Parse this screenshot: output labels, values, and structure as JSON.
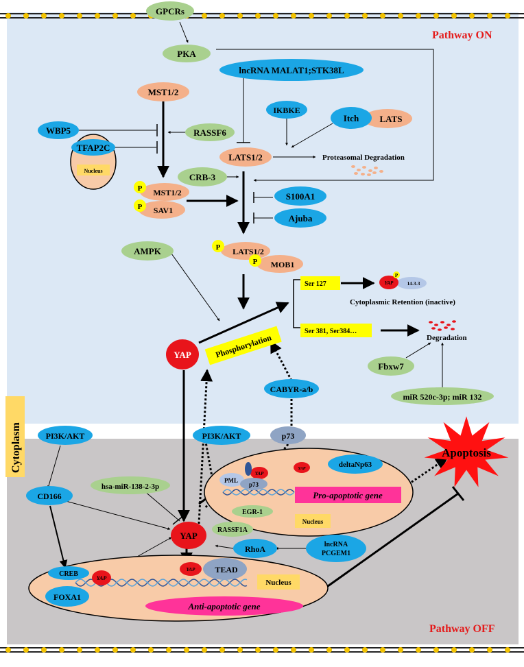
{
  "labels": {
    "pathway_on": "Pathway  ON",
    "pathway_off": "Pathway  OFF",
    "cytoplasm": "Cytoplasm",
    "gpcrs": "GPCRs",
    "pka": "PKA",
    "lncrna_malat1": "lncRNA MALAT1;STK38L",
    "mst12_top": "MST1/2",
    "ikbke": "IKBKE",
    "itch": "Itch",
    "lats_itch": "LATS",
    "wbp5": "WBP5",
    "rassf6": "RASSF6",
    "tfap2c": "TFAP2C",
    "nucleus_small": "Nucleus",
    "lats12_top": "LATS1/2",
    "proteasomal": "Proteasomal Degradation",
    "crb3": "CRB-3",
    "p_mst": "P",
    "mst12_p": "MST1/2",
    "p_sav": "P",
    "sav1": "SAV1",
    "s100a1": "S100A1",
    "ajuba": "Ajuba",
    "ampk": "AMPK",
    "p_lats": "P",
    "lats12_p": "LATS1/2",
    "p_mob": "P",
    "mob1": "MOB1",
    "ser127": "Ser 127",
    "yap_1433_p": "P",
    "yap_small": "YAP",
    "protein_1433": "14-3-3",
    "cyto_retention": "Cytoplasmic Retention (inactive)",
    "ser381": "Ser 381, Ser384…",
    "degradation": "Degradation",
    "yap_main": "YAP",
    "phosphorylation": "Phosphorylation",
    "cabyr": "CABYR-a/b",
    "fbxw7": "Fbxw7",
    "mir520": "miR 520c-3p; miR 132",
    "pi3k_left": "PI3K/AKT",
    "pi3k_mid": "PI3K/AKT",
    "p73_top": "p73",
    "apoptosis": "Apoptosis",
    "cd166": "CD166",
    "hsa_mir": "hsa-miR-138-2-3p",
    "pml": "PML",
    "yap_pml": "YAP",
    "p73_inner": "p73",
    "yap_np63": "YAP",
    "deltanp63": "deltaNp63",
    "pro_apoptotic": "Pro-apoptotic gene",
    "egr1": "EGR-1",
    "nucleus_mid": "Nucleus",
    "yap_lower": "YAP",
    "rassf1a": "RASSF1A",
    "rhoa": "RhoA",
    "lncrna_pcgem1_1": "lncRNA",
    "lncrna_pcgem1_2": "PCGEM1",
    "creb": "CREB",
    "yap_creb": "YAP",
    "yap_tead": "YAP",
    "tead": "TEAD",
    "nucleus_bottom": "Nucleus",
    "foxa1": "FOXA1",
    "anti_apoptotic": "Anti-apoptotic gene"
  },
  "colors": {
    "cyto_upper": "#dce8f5",
    "cyto_lower": "#c9c6c7",
    "nucleus_fill": "#f8cba8",
    "blue_node": "#1ba6e5",
    "green_node": "#a9d08e",
    "orange_node": "#f4b08a",
    "red": "#e8141b",
    "yellow": "#ffff00",
    "magenta": "#ff3399",
    "gray_node": "#8fa4c4",
    "pathway_text": "#e41c1c"
  }
}
